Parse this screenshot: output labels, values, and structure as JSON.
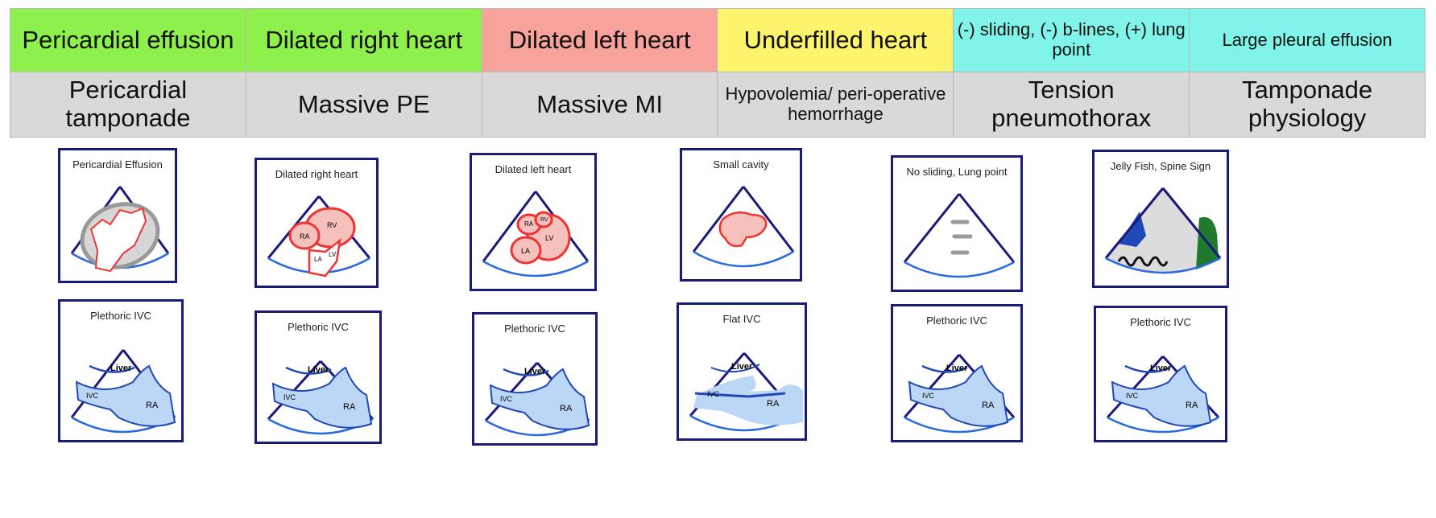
{
  "columns": [
    {
      "finding": "Pericardial effusion",
      "diagnosis": "Pericardial tamponade",
      "color": "#8ef04c",
      "echo_label": "Pericardial Effusion",
      "echo_type": "effusion",
      "ivc_label": "Plethoric IVC",
      "ivc_type": "plethoric"
    },
    {
      "finding": "Dilated right heart",
      "diagnosis": "Massive PE",
      "color": "#8ef04c",
      "echo_label": "Dilated right heart",
      "echo_type": "rv",
      "ivc_label": "Plethoric IVC",
      "ivc_type": "plethoric"
    },
    {
      "finding": "Dilated left heart",
      "diagnosis": "Massive MI",
      "color": "#f7a29b",
      "echo_label": "Dilated left heart",
      "echo_type": "lv",
      "ivc_label": "Plethoric IVC",
      "ivc_type": "plethoric"
    },
    {
      "finding": "Underfilled heart",
      "diagnosis": "Hypovolemia/ peri-operative hemorrhage",
      "color": "#fbf46c",
      "echo_label": "Small cavity",
      "echo_type": "small",
      "ivc_label": "Flat IVC",
      "ivc_type": "flat"
    },
    {
      "finding": "(-) sliding, (-) b-lines, (+) lung point",
      "diagnosis": "Tension pneumothorax",
      "color": "#80f4e8",
      "echo_label": "No sliding,  Lung point",
      "echo_type": "lung",
      "ivc_label": "Plethoric IVC",
      "ivc_type": "plethoric"
    },
    {
      "finding": "Large pleural effusion",
      "diagnosis": "Tamponade physiology",
      "color": "#80f4e8",
      "echo_label": "Jelly Fish, Spine Sign",
      "echo_type": "pleural",
      "ivc_label": "Plethoric IVC",
      "ivc_type": "plethoric"
    }
  ],
  "sketch_labels": {
    "liver": "Liver",
    "ivc": "IVC",
    "ra": "RA",
    "rv": "RV",
    "la": "LA",
    "lv": "LV"
  }
}
